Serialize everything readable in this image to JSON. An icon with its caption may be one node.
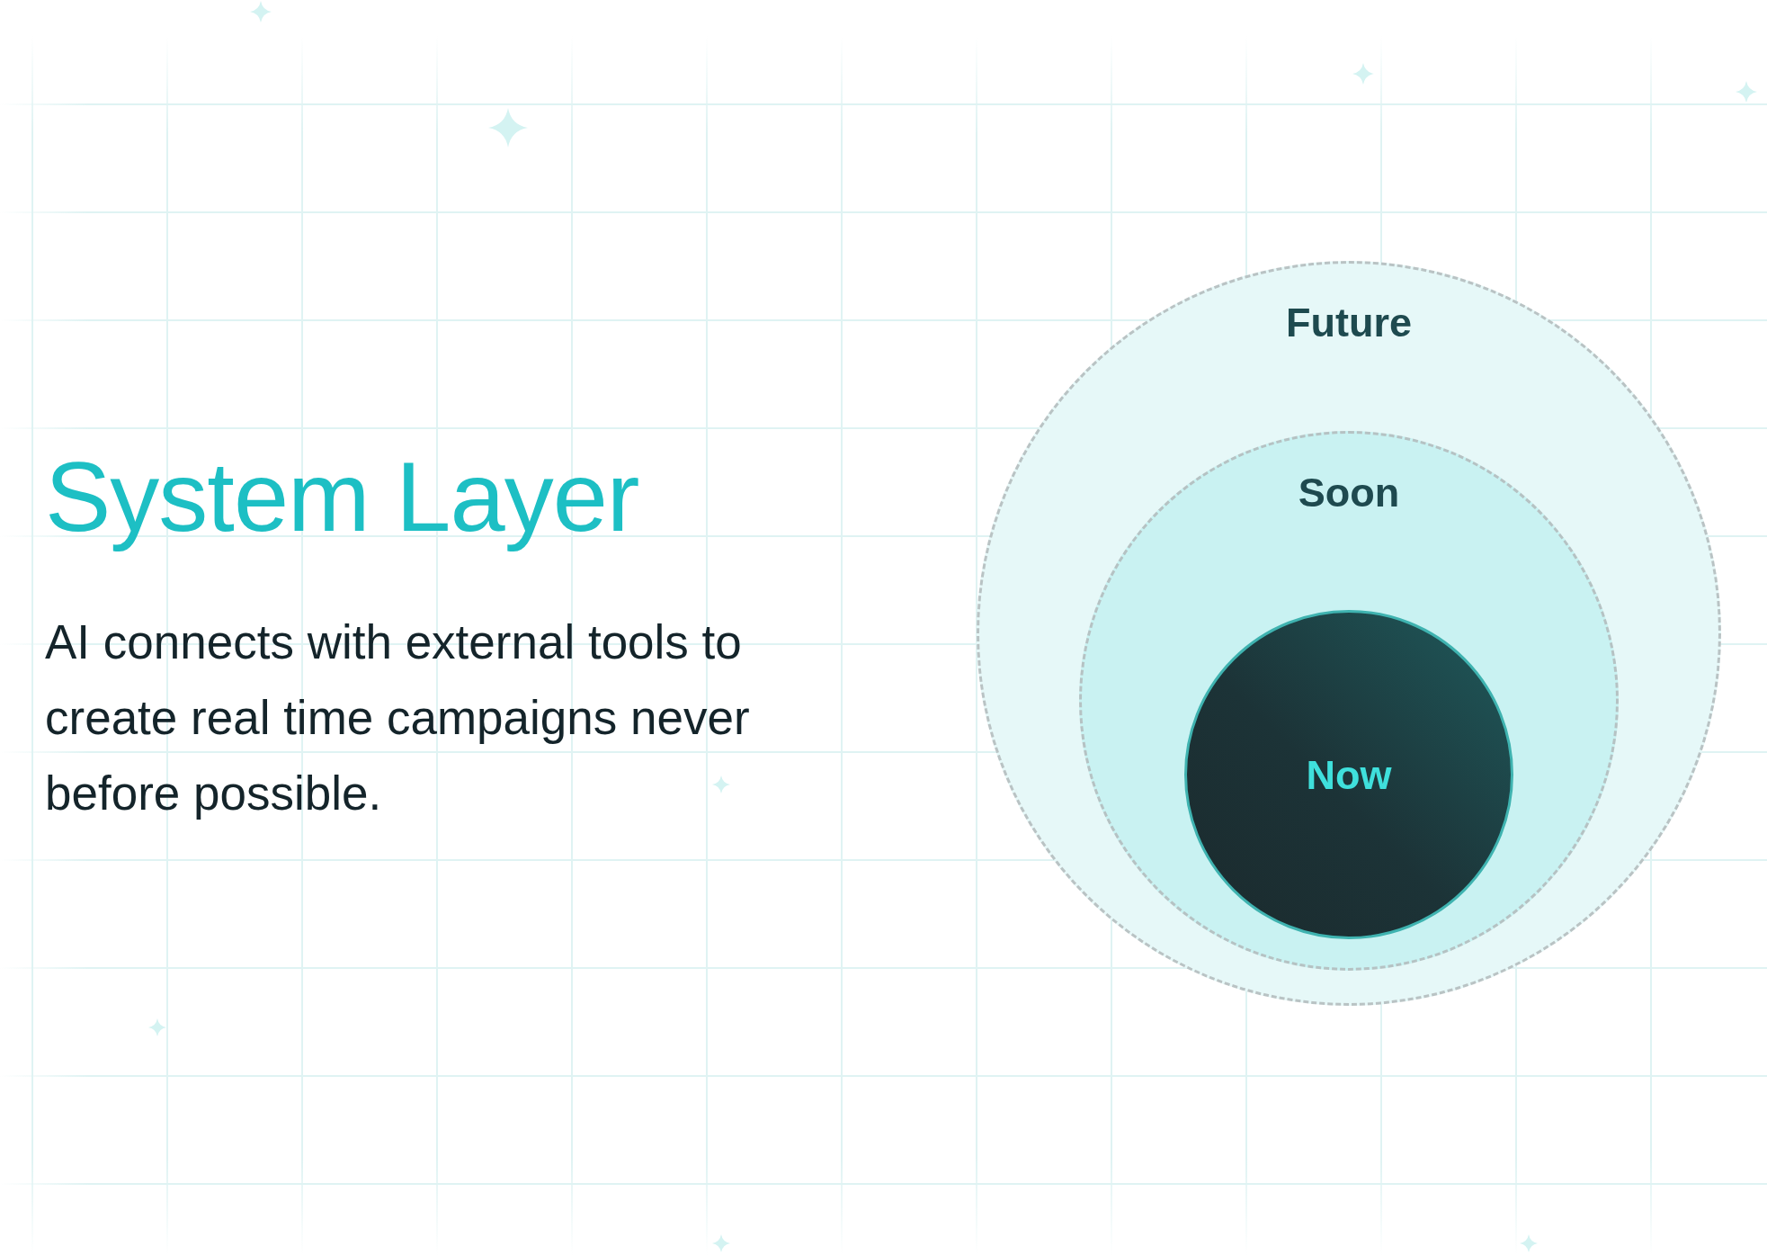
{
  "diagram": {
    "title": "System Layer",
    "nodes": [
      {
        "text": [
          "Future"
        ]
      },
      {
        "text": [
          "Soon"
        ],
        "in": 0
      },
      {
        "text": [
          "Now"
        ],
        "in": 1
      }
    ],
    "labels": [
      "AI connects with external tools to create real time campaigns never before possible."
    ]
  }
}
